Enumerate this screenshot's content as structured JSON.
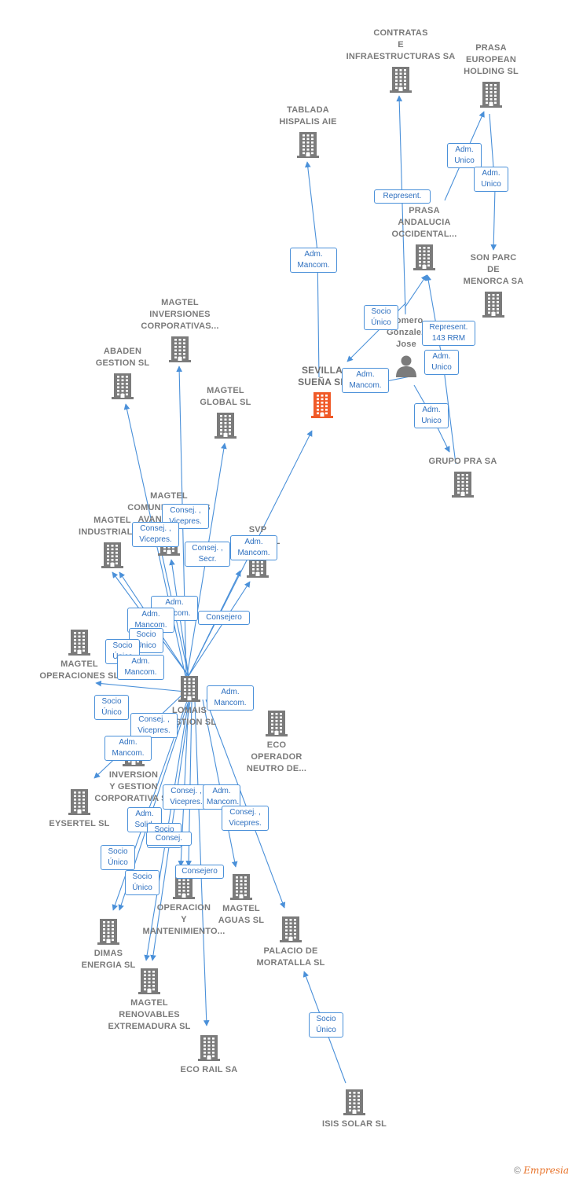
{
  "colors": {
    "node": "#7b7b7b",
    "main_node": "#f05a28",
    "edge": "#4a90d9",
    "box_text": "#2d6fbf"
  },
  "nodes": [
    {
      "id": "contratas",
      "label": "CONTRATAS\nE\nINFRAESTRUCTURAS SA",
      "icon": "building-icon"
    },
    {
      "id": "prasa_eu",
      "label": "PRASA\nEUROPEAN\nHOLDING SL",
      "icon": "building-icon"
    },
    {
      "id": "tablada",
      "label": "TABLADA\nHISPALIS AIE",
      "icon": "building-icon"
    },
    {
      "id": "prasa_and",
      "label": "PRASA\nANDALUCIA\nOCCIDENTAL...",
      "icon": "building-icon"
    },
    {
      "id": "sonparc",
      "label": "SON PARC\nDE\nMENORCA SA",
      "icon": "building-icon"
    },
    {
      "id": "romero",
      "label": "Romero\nGonzalez\nJose",
      "icon": "person-icon"
    },
    {
      "id": "sevilla",
      "label": "SEVILLA\nSUEÑA SL",
      "icon": "building-icon",
      "main": true
    },
    {
      "id": "grupopra",
      "label": "GRUPO PRA SA",
      "icon": "building-icon"
    },
    {
      "id": "mag_inv",
      "label": "MAGTEL\nINVERSIONES\nCORPORATIVAS...",
      "icon": "building-icon"
    },
    {
      "id": "abaden",
      "label": "ABADEN\nGESTION SL",
      "icon": "building-icon"
    },
    {
      "id": "mag_global",
      "label": "MAGTEL\nGLOBAL SL",
      "icon": "building-icon"
    },
    {
      "id": "mag_com",
      "label": "MAGTEL\nCOMUNICACIONES\nAVANZADAS...",
      "icon": "building-icon"
    },
    {
      "id": "mag_ind",
      "label": "MAGTEL\nINDUSTRIAL SL",
      "icon": "building-icon"
    },
    {
      "id": "svp",
      "label": "SVP\nSOLAR SL",
      "icon": "building-icon"
    },
    {
      "id": "mag_ops",
      "label": "MAGTEL\nOPERACIONES SL",
      "icon": "building-icon"
    },
    {
      "id": "lomais",
      "label": "LOMAIS\nGESTION SL",
      "icon": "building-icon"
    },
    {
      "id": "eco_op",
      "label": "ECO\nOPERADOR\nNEUTRO DE...",
      "icon": "building-icon"
    },
    {
      "id": "inversion",
      "label": "INVERSION\nY GESTION\nCORPORATIVA SL",
      "icon": "building-icon"
    },
    {
      "id": "eysertel",
      "label": "EYSERTEL SL",
      "icon": "building-icon"
    },
    {
      "id": "operacion",
      "label": "OPERACION\nY\nMANTENIMIENTO...",
      "icon": "building-icon"
    },
    {
      "id": "mag_aguas",
      "label": "MAGTEL\nAGUAS SL",
      "icon": "building-icon"
    },
    {
      "id": "palacio",
      "label": "PALACIO DE\nMORATALLA SL",
      "icon": "building-icon"
    },
    {
      "id": "dimas",
      "label": "DIMAS\nENERGIA SL",
      "icon": "building-icon"
    },
    {
      "id": "mag_ren",
      "label": "MAGTEL\nRENOVABLES\nEXTREMADURA SL",
      "icon": "building-icon"
    },
    {
      "id": "ecorail",
      "label": "ECO RAIL SA",
      "icon": "building-icon"
    },
    {
      "id": "isis",
      "label": "ISIS SOLAR SL",
      "icon": "building-icon"
    }
  ],
  "relations": [
    "Represent.",
    "Adm.\nUnico",
    "Adm.\nUnico",
    "Adm.\nMancom.",
    "Socio\nÚnico",
    "Represent.\n143 RRM",
    "Adm.\nUnico",
    "Adm.\nMancom.",
    "Adm.\nUnico",
    "Consej. ,\nVicepres.",
    "Consej. ,\nVicepres.",
    "Consej. ,\nSecr.",
    "Adm.\nMancom.",
    "Adm.\nMancom.",
    "Adm.\nMancom.",
    "Consejero",
    "Socio\nÚnico",
    "Socio\nÚnico",
    "Adm.\nMancom.",
    "Adm.\nMancom.",
    "Socio\nÚnico",
    "Consej. ,\nVicepres.",
    "Adm.\nMancom.",
    "Consej. ,\nVicepres.",
    "Adm.\nMancom.",
    "Consej. ,\nVicepres.",
    "Adm.\nSolid.",
    "Socio\nÚnico",
    "Consej.",
    "Socio\nÚnico",
    "Consejero",
    "Socio\nÚnico",
    "Socio\nÚnico"
  ],
  "footer": {
    "copyright": "©",
    "brand": "Empresia"
  }
}
